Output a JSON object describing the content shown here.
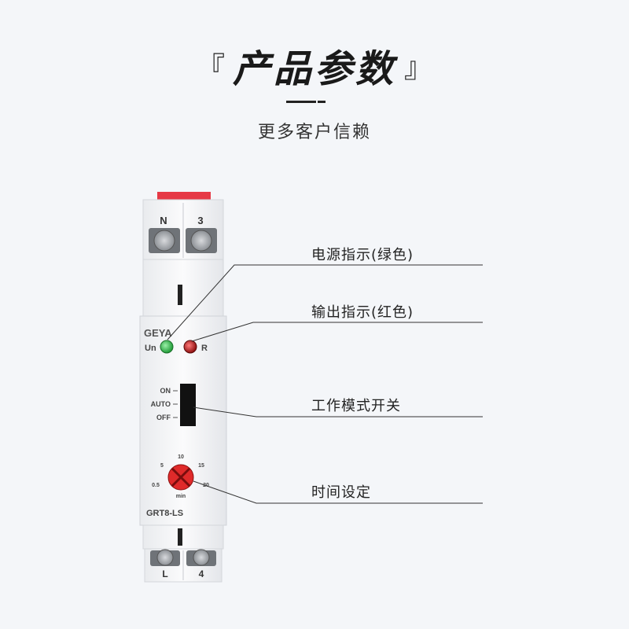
{
  "header": {
    "bracket_left": "『",
    "title": "产品参数",
    "bracket_right": "』",
    "subtitle": "更多客户信赖"
  },
  "device": {
    "brand": "GEYA",
    "model": "GRT8-LS",
    "top_terminals": [
      "N",
      "3"
    ],
    "bottom_terminals": [
      "L",
      "4"
    ],
    "leds": [
      {
        "label": "Un",
        "color": "#2db84a"
      },
      {
        "label": "R",
        "color": "#c41a1a"
      }
    ],
    "switch_positions": [
      "ON",
      "AUTO",
      "OFF"
    ],
    "dial": {
      "ticks": [
        "0.5",
        "5",
        "10",
        "15",
        "20"
      ],
      "unit": "min",
      "color": "#e02a2a"
    },
    "accent_color": "#e63946"
  },
  "callouts": [
    {
      "label": "电源指示(绿色)"
    },
    {
      "label": "输出指示(红色)"
    },
    {
      "label": "工作模式开关"
    },
    {
      "label": "时间设定"
    }
  ]
}
